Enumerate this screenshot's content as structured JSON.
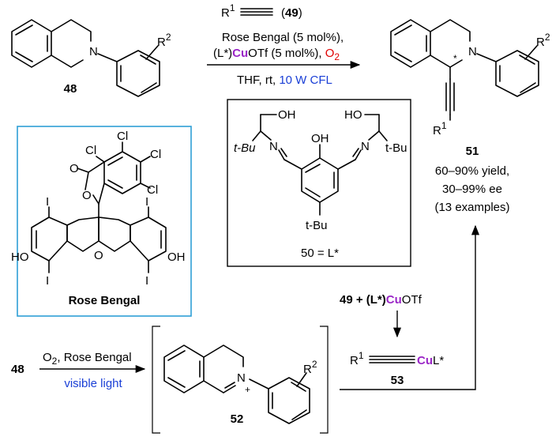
{
  "reaction_top": {
    "reagent_prefix": "R",
    "reagent_sup": "1",
    "reagent_number": "(49)",
    "catalyst_1": "Rose Bengal (5 mol%),",
    "catalyst_2_prefix": "(L*)",
    "catalyst_2_metal": "Cu",
    "catalyst_2_suffix": "OTf (5 mol%), ",
    "oxidant": "O",
    "oxidant_sub": "2",
    "conditions_prefix": "THF, rt, ",
    "conditions_light": "10 W CFL"
  },
  "compounds": {
    "c48": "48",
    "c51": "51",
    "c52": "52",
    "c53": "53",
    "r2": "R",
    "r2_sup": "2",
    "r1": "R",
    "r1_sup": "1",
    "n": "N",
    "n_plus": "+",
    "star": "*"
  },
  "product_51": {
    "yield": "60–90% yield,",
    "ee": "30–99% ee",
    "examples": "(13 examples)"
  },
  "ligand_box": {
    "label": "50 = L*",
    "oh_left": "OH",
    "oh_right": "HO",
    "oh_center": "OH",
    "tbu_left": "t-Bu",
    "tbu_right": "t-Bu",
    "tbu_bottom": "t-Bu",
    "n_left": "N",
    "n_right": "N"
  },
  "rose_bengal_box": {
    "title": "Rose Bengal",
    "cl": "Cl",
    "i": "I",
    "o": "O",
    "ho": "HO",
    "oh": "OH"
  },
  "bottom": {
    "start": "48",
    "arrow_top": "O",
    "arrow_top_sub": "2",
    "arrow_top_suffix": ", Rose Bengal",
    "arrow_bottom": "visible light",
    "cu_prefix": "49 + (L*)",
    "cu_metal": "Cu",
    "cu_suffix": "OTf",
    "acetylide_metal": "Cu",
    "acetylide_suffix": "L*"
  },
  "colors": {
    "copper": "#9b27c7",
    "oxygen": "#e00000",
    "light": "#1a3fd6",
    "rose_box_border": "#2e9fd6"
  }
}
